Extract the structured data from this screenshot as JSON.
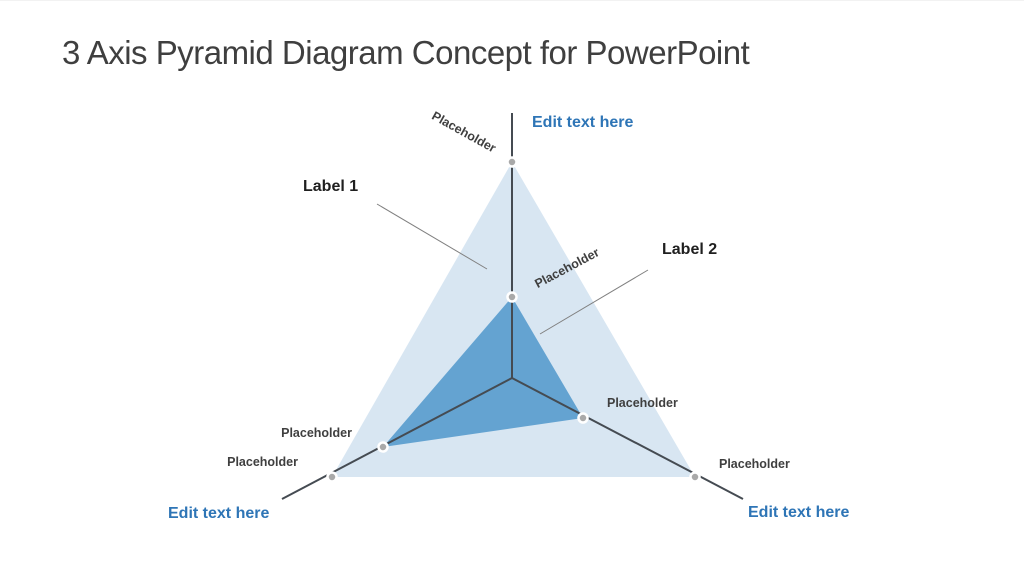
{
  "slide": {
    "title": "3 Axis Pyramid Diagram Concept for PowerPoint"
  },
  "diagram": {
    "label1": "Label 1",
    "label2": "Label 2",
    "edit_text_top": "Edit text here",
    "edit_text_bottom_left": "Edit text here",
    "edit_text_bottom_right": "Edit text here",
    "placeholder_top": "Placeholder",
    "placeholder_center": "Placeholder",
    "placeholder_inner_left": "Placeholder",
    "placeholder_outer_left": "Placeholder",
    "placeholder_inner_right": "Placeholder",
    "placeholder_outer_right": "Placeholder",
    "colors": {
      "outer_triangle": "#d8e6f2",
      "inner_triangle": "#64a3d1",
      "axis_line": "#454b52",
      "leader_line": "#808080",
      "marker_fill": "#a9a9a9",
      "marker_ring": "#ffffff",
      "edit_text": "#2e75b6",
      "title_text": "#3f3f3f",
      "label_text": "#1f1f1f"
    }
  }
}
